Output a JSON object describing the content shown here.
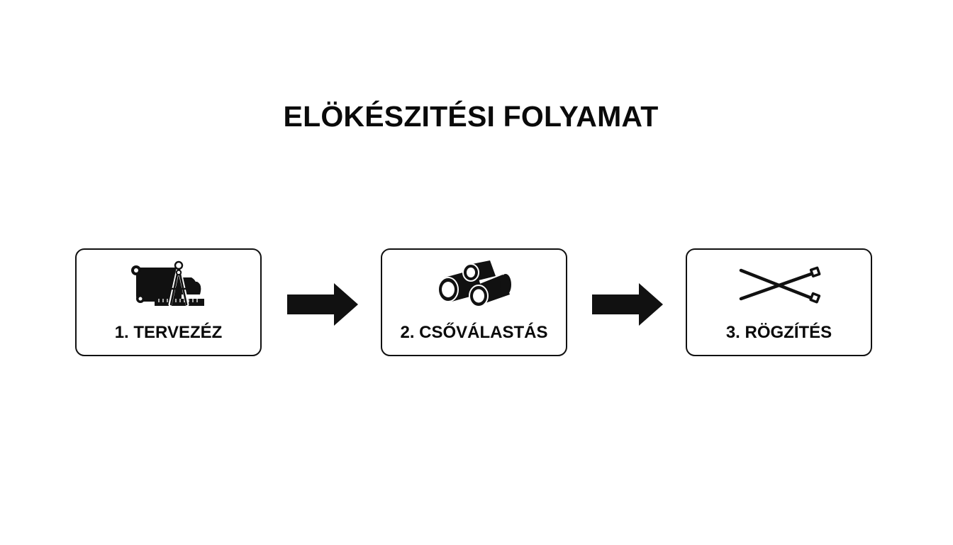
{
  "title": "ELÖKÉSZITÉSI FOLYAMAT",
  "steps": [
    {
      "label": "1. TERVEZÉZ",
      "icon": "blueprint-compass-icon"
    },
    {
      "label": "2. CSŐVÁLASTÁS",
      "icon": "pipes-icon"
    },
    {
      "label": "3. RÖGZÍTÉS",
      "icon": "cable-ties-icon"
    }
  ],
  "connectors": [
    {
      "icon": "arrow-right-icon"
    },
    {
      "icon": "arrow-right-icon"
    }
  ],
  "colors": {
    "foreground": "#0a0a0a",
    "background": "#ffffff"
  }
}
